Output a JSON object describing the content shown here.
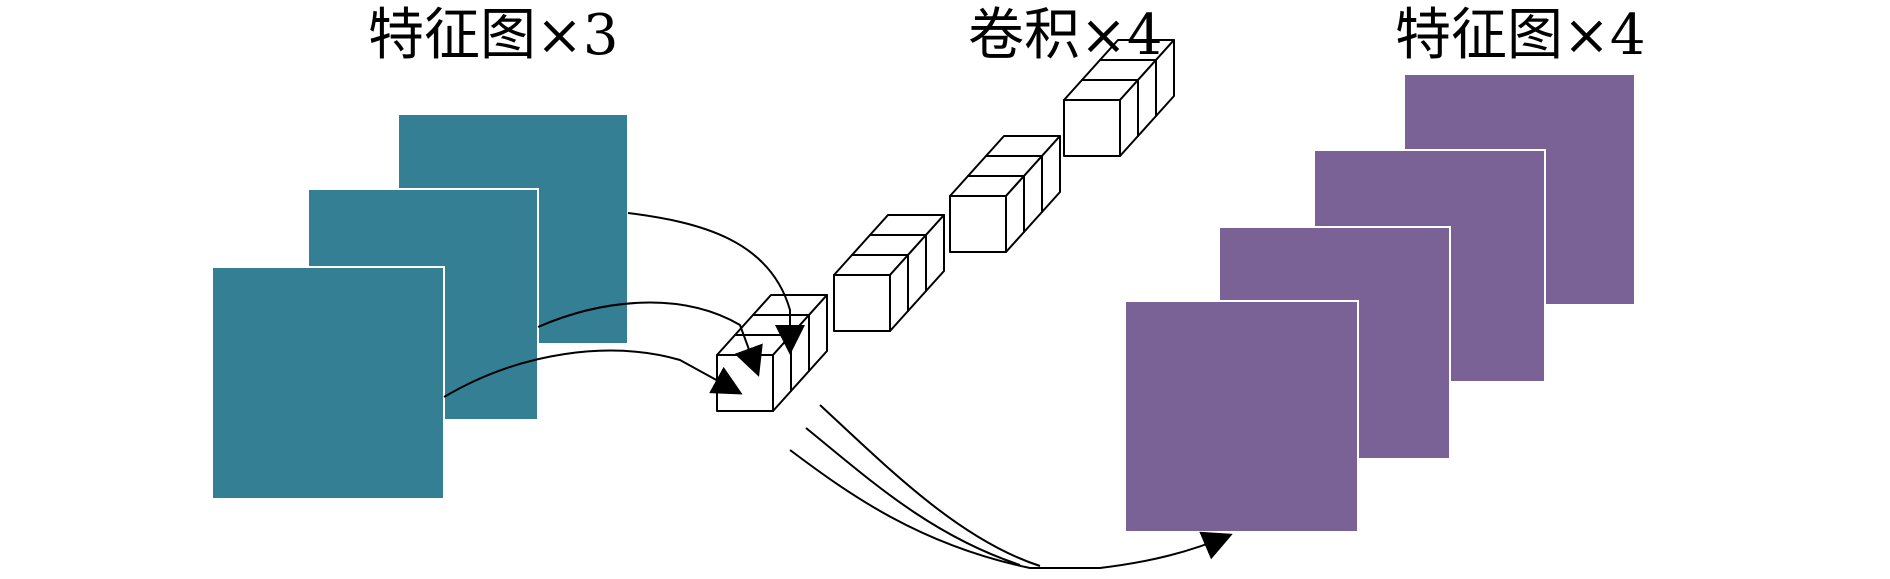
{
  "labels": {
    "input_maps": "特征图×3",
    "kernels": "卷积×4",
    "output_maps": "特征图×4"
  },
  "colors": {
    "input_fill": "#347F94",
    "output_fill": "#7A6296",
    "edge": "#ffffff",
    "line": "#000000",
    "cube_fill": "#ffffff"
  },
  "counts": {
    "input_maps": 3,
    "kernels": 4,
    "output_maps": 4
  }
}
